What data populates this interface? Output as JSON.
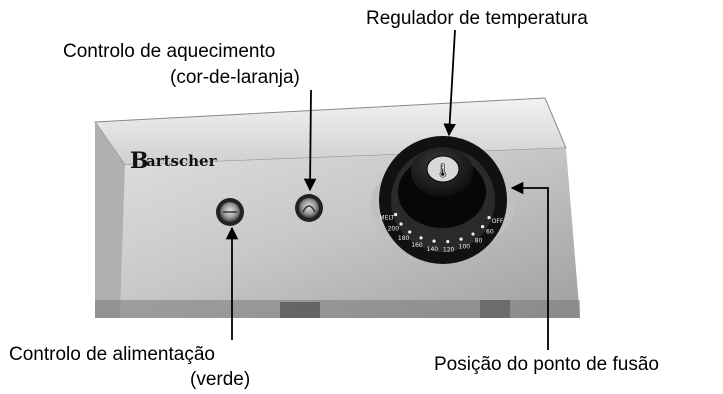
{
  "brand": {
    "name": "Bartscher",
    "initial": "B",
    "rest": "artscher"
  },
  "callouts": {
    "temperature_regulator": "Regulador de temperatura",
    "heating_control_line1": "Controlo de aquecimento",
    "heating_control_line2": "(cor-de-laranja)",
    "power_control_line1": "Controlo de alimentação",
    "power_control_line2": "(verde)",
    "melting_point_position": "Posição do ponto de fusão"
  },
  "dial": {
    "ticks": [
      "OFF",
      "60",
      "80",
      "100",
      "120",
      "140",
      "160",
      "180",
      "200",
      "MELT"
    ]
  },
  "colors": {
    "panel": "#c9c9c9",
    "ink": "#000000",
    "knob": "#151515"
  }
}
